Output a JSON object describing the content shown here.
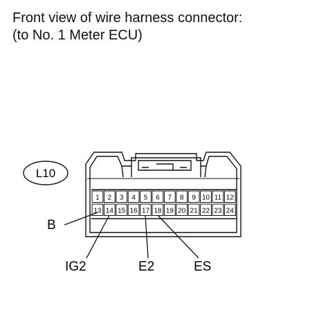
{
  "title": {
    "line1": "Front view of wire harness connector:",
    "line2": "(to No. 1 Meter ECU)"
  },
  "connector": {
    "id": "L10",
    "row1_pins": [
      "1",
      "2",
      "3",
      "4",
      "5",
      "6",
      "7",
      "8",
      "9",
      "10",
      "11",
      "12"
    ],
    "row2_pins": [
      "13",
      "14",
      "15",
      "16",
      "17",
      "18",
      "19",
      "20",
      "21",
      "22",
      "23",
      "24"
    ]
  },
  "pin_labels": {
    "b": "B",
    "ig2": "IG2",
    "e2": "E2",
    "es": "ES"
  }
}
